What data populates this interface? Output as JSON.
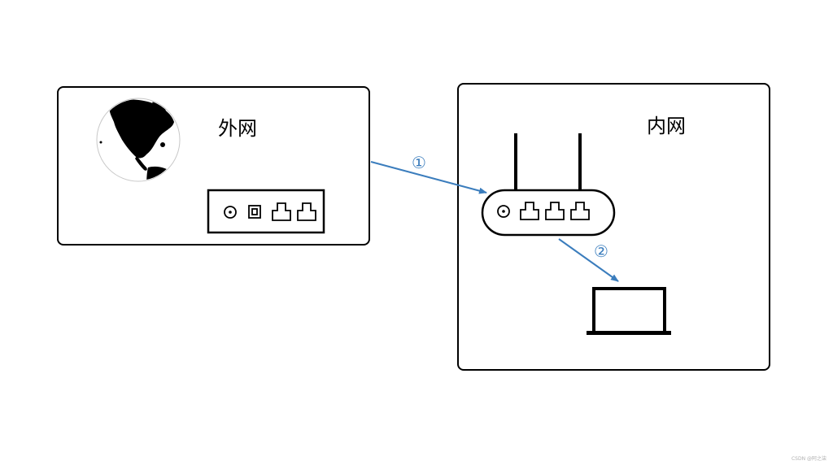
{
  "external_network": {
    "label": "外网"
  },
  "internal_network": {
    "label": "内网"
  },
  "steps": [
    {
      "label": "①"
    },
    {
      "label": "②"
    }
  ],
  "colors": {
    "arrow": "#3b7dbd",
    "stroke": "#000000",
    "background": "#ffffff"
  },
  "icons": [
    "globe-icon",
    "modem-icon",
    "router-icon",
    "laptop-icon"
  ],
  "watermark": "CSDN @阿之柒"
}
